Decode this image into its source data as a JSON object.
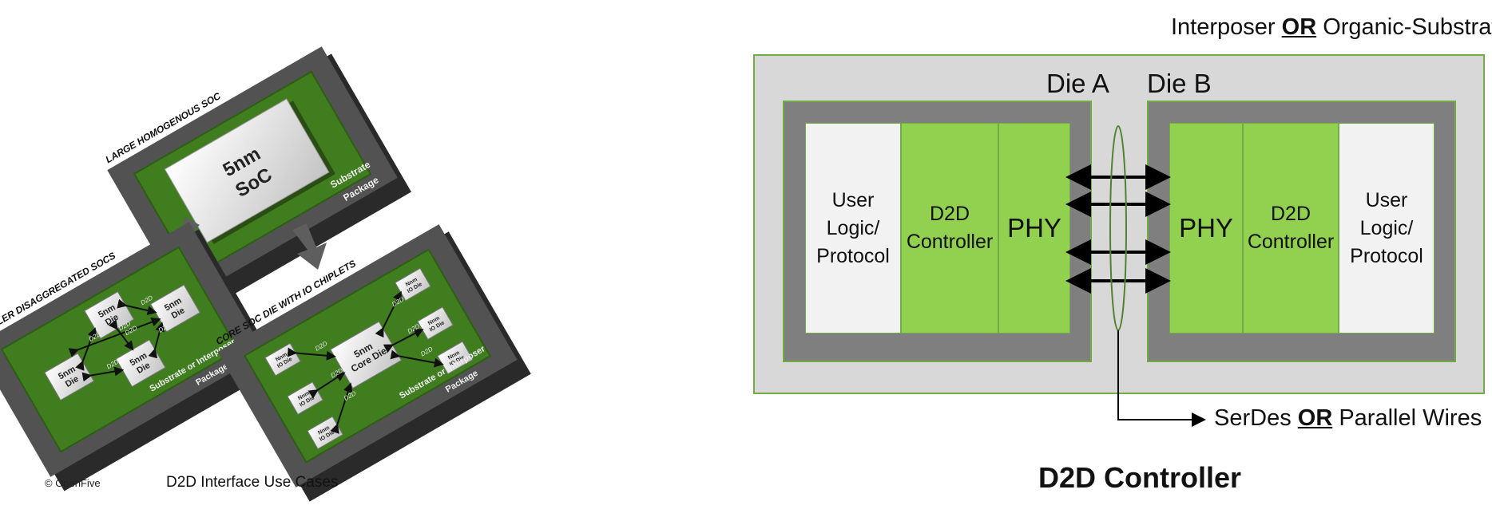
{
  "left": {
    "caption": "D2D Interface Use Cases",
    "copyright": "© OpenFive",
    "top_pkg": {
      "title": "LARGE HOMOGENOUS SOC",
      "die": "5nm\nSoC",
      "substrate": "Substrate",
      "package": "Package"
    },
    "left_pkg": {
      "title": "SMALLER DISAGGREGATED SOCS",
      "dies": [
        "5nm\nDie",
        "5nm\nDie",
        "5nm\nDie",
        "5nm\nDie"
      ],
      "link": "D2D",
      "substrate": "Substrate or Interposer",
      "package": "Package"
    },
    "right_pkg": {
      "title": "CORE SOC DIE WITH IO CHIPLETS",
      "core": "5nm\nCore Die",
      "chiplets": [
        "Nnm\nIO Die",
        "Nnm\nIO Die",
        "Nnm\nIO Die",
        "Nnm\nIO Die",
        "Nnm\nIO Die",
        "Nnm\nIO Die"
      ],
      "link": "D2D",
      "substrate": "Substrate or Interposer",
      "package": "Package"
    }
  },
  "right": {
    "interposer_label": {
      "pre": "Interposer ",
      "or": "OR",
      "post": " Organic-Substrate"
    },
    "die_a": "Die A",
    "die_b": "Die B",
    "cells": {
      "user_logic": "User\nLogic/\nProtocol",
      "d2d_controller": "D2D\nController",
      "phy": "PHY"
    },
    "wires_label": {
      "pre": "SerDes ",
      "or": "OR",
      "post": " Parallel Wires"
    },
    "title": "D2D Controller"
  },
  "colors": {
    "substrate_frame": "#d8d8d8",
    "substrate_border": "#70ad47",
    "die_frame": "#7f7f7f",
    "green_cell": "#92d050",
    "user_cell": "#f2f2f2",
    "pkg_dark": "#4d4d4d",
    "pkg_green": "#3e7b1e"
  }
}
